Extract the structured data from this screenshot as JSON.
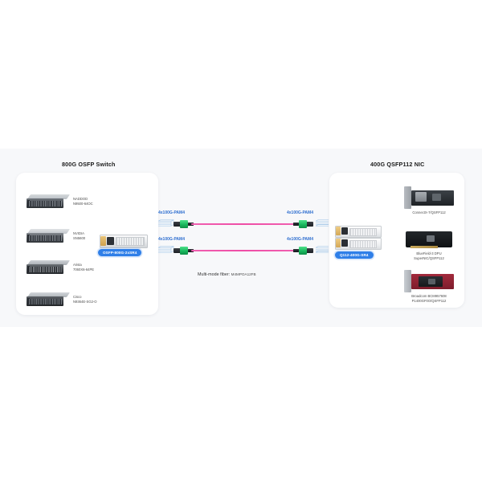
{
  "sections": {
    "left_heading": "800G OSFP Switch",
    "right_heading": "400G QSFP112 NIC"
  },
  "switches": [
    {
      "brand": "NADDOD",
      "model": "N9500-64OC",
      "label": "NADDOD\nN9500-64OC"
    },
    {
      "brand": "NVIDIA",
      "model": "SN5600",
      "label": "NVIDIA\nSN5600"
    },
    {
      "brand": "Arista",
      "model": "7060X6-64PE",
      "label": "Arista\n7060X6-64PE"
    },
    {
      "brand": "Cisco",
      "model": "N9364E-SG2-O",
      "label": "Cisco\nN9364E-SG2-O"
    }
  ],
  "left_module": {
    "pill_label": "OSFP-800G-2xSR4",
    "pill_color": "#2f7fe8"
  },
  "right_module": {
    "pill_label": "Q112-400G-SR4",
    "pill_color": "#2f7fe8"
  },
  "fiber": {
    "labels": {
      "top_left": "4x100G-PAM4",
      "top_right": "4x100G-PAM4",
      "bottom_left": "4x100G-PAM4",
      "bottom_right": "4x100G-PAM4"
    },
    "label_color": "#2f6fd0",
    "cable_color": "#ef4ea6",
    "connector_color": "#19b85e",
    "caption_prefix": "Multi-mode fiber:",
    "caption_part_number": "M4MPOA12FB"
  },
  "nics": [
    {
      "label": "ConnectX-7/QSFP112",
      "name": "connectx-7-card"
    },
    {
      "label": "BlueField-3 DPU\nSuperNIC/QSFP112",
      "name": "bluefield-3-card"
    },
    {
      "label": "Broadcom BCM957608\nP1400GF0O/QSFP112",
      "name": "broadcom-bcm957608-card"
    }
  ]
}
